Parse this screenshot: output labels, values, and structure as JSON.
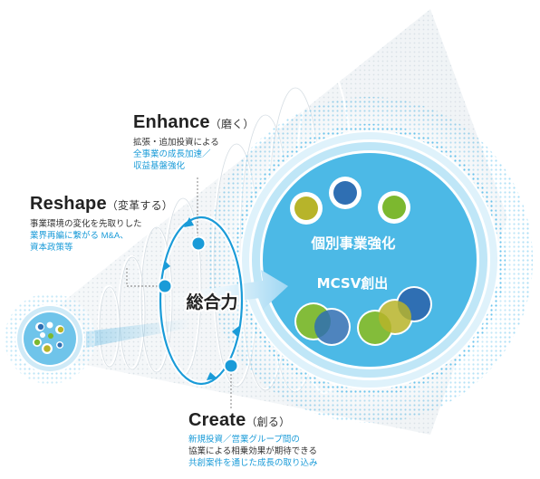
{
  "center_label": "総合力",
  "big_circle": {
    "top_label": "個別事業強化",
    "mid_label": "MCSV創出"
  },
  "enhance": {
    "title": "Enhance",
    "paren": "（磨く）",
    "lines": [
      "拡張・追加投資による",
      "全事業の成長加速／",
      "収益基盤強化"
    ]
  },
  "reshape": {
    "title": "Reshape",
    "paren": "（変革する）",
    "lines": [
      "事業環境の変化を先取りした",
      "業界再編に繋がる M&A、",
      "資本政策等"
    ]
  },
  "create": {
    "title": "Create",
    "paren": "（創る）",
    "lines": [
      "新規投資／営業グループ間の",
      "協業による相乗効果が期待できる",
      "共創案件を通じた成長の取り込み"
    ]
  },
  "colors": {
    "accent_blue": "#1a9bd8",
    "deep_blue": "#2f6fb3",
    "green": "#7cb82f",
    "olive": "#b7b42a",
    "big_circle": "#4cb9e6"
  }
}
